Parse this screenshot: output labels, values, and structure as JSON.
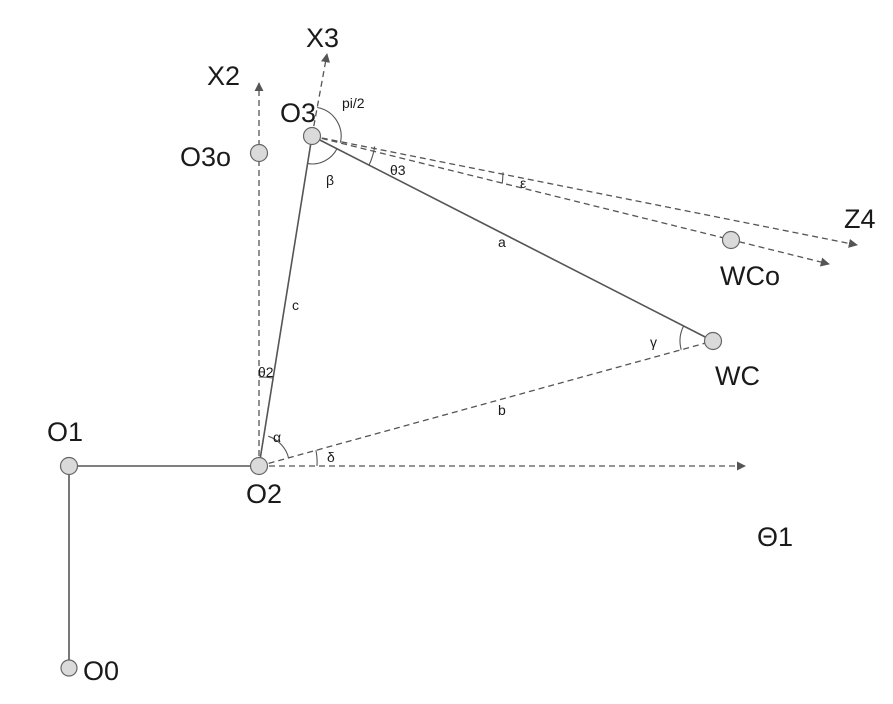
{
  "nodes": {
    "O0": "O0",
    "O1": "O1",
    "O2": "O2",
    "O3": "O3",
    "O3o": "O3o",
    "WC": "WC",
    "WCo": "WCo"
  },
  "axes": {
    "X2": "X2",
    "X3": "X3",
    "Z4": "Z4",
    "Theta1": "Θ1"
  },
  "sides": {
    "a": "a",
    "b": "b",
    "c": "c"
  },
  "angles": {
    "alpha": "α",
    "beta": "β",
    "gamma": "γ",
    "delta": "δ",
    "epsilon": "ε",
    "theta2": "θ2",
    "theta3": "θ3",
    "pi_half": "pi/2"
  }
}
